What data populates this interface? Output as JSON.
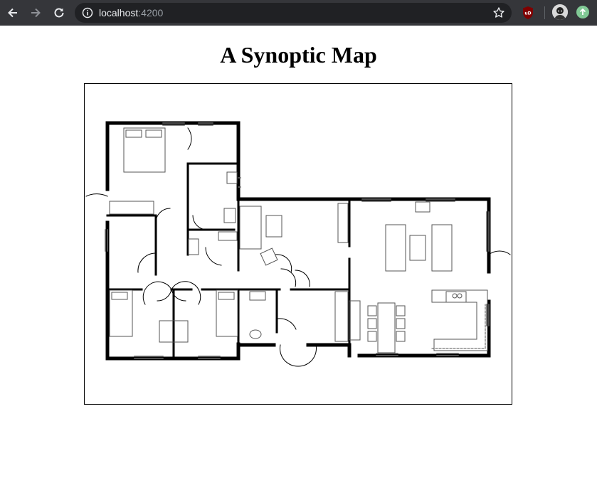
{
  "browser": {
    "url_host": "localhost",
    "url_port": ":4200"
  },
  "page": {
    "title": "A Synoptic Map"
  },
  "icons": {
    "back": "arrow-left-icon",
    "forward": "arrow-right-icon",
    "reload": "reload-icon",
    "site_info": "info-icon",
    "bookmark": "star-icon",
    "extension": "ublock-icon",
    "profile": "avatar",
    "update": "update-arrow-icon"
  },
  "colors": {
    "chrome_bg": "#35363a",
    "omnibox_bg": "#202124",
    "wall": "#000000"
  }
}
